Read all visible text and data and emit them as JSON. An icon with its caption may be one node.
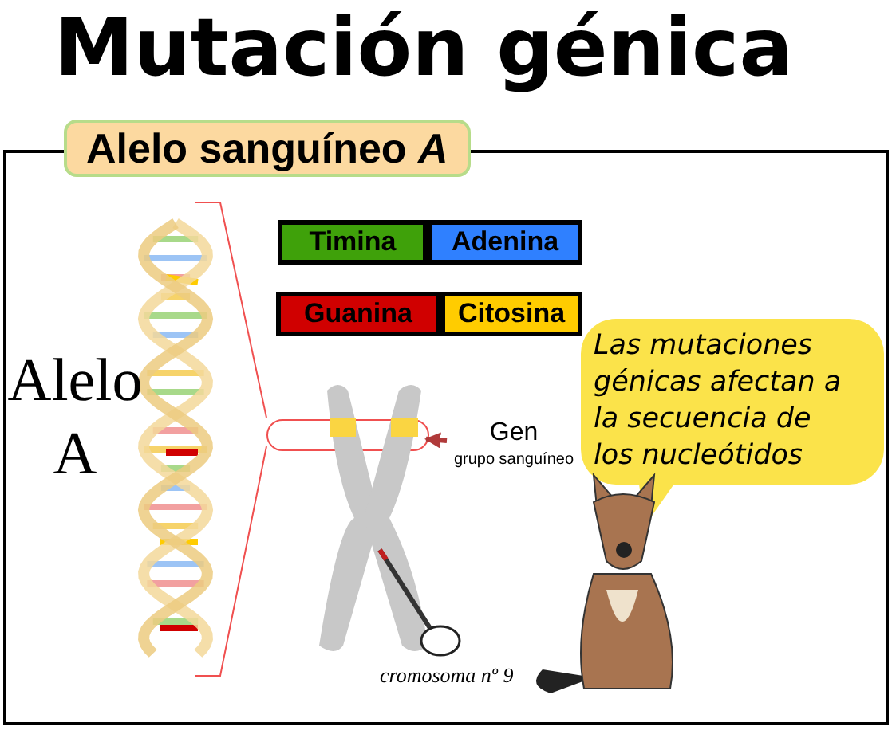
{
  "diagram": {
    "title": "Mutación génica",
    "nodes": [
      {
        "text": [
          "Alelo sanguíneo *A*"
        ]
      },
      {
        "text": [
          "Timina"
        ],
        "in": 0
      },
      {
        "text": [
          "Adenina"
        ],
        "in": 0
      },
      {
        "text": [
          "Guanina"
        ],
        "in": 0
      },
      {
        "text": [
          "Citosina"
        ],
        "in": 0
      },
      {
        "text": [],
        "shape": "box",
        "in": 0
      },
      {
        "text": [
          "Gen",
          "grupo sanguíneo"
        ],
        "in": 0
      },
      {
        "text": [
          "Las mutaciones génicas afectan a la secuencia de los nucleótidos"
        ],
        "in": 0
      }
    ],
    "edges": [
      {
        "from": 6,
        "to": 5,
        "arrow": "to",
        "color": "#b03a3a"
      }
    ],
    "labels": [
      "Alelo A",
      "cromosoma nº 9"
    ]
  }
}
